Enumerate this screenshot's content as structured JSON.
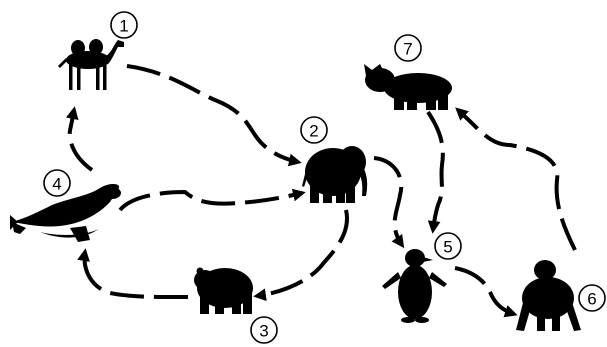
{
  "diagram": {
    "type": "directed-cycle",
    "colors": {
      "ink": "#000000",
      "background": "#ffffff"
    },
    "nodes": [
      {
        "id": "1",
        "label": "1",
        "icon": "camel-icon"
      },
      {
        "id": "2",
        "label": "2",
        "icon": "elephant-icon"
      },
      {
        "id": "3",
        "label": "3",
        "icon": "bear-icon"
      },
      {
        "id": "4",
        "label": "4",
        "icon": "seal-icon"
      },
      {
        "id": "5",
        "label": "5",
        "icon": "penguin-icon"
      },
      {
        "id": "6",
        "label": "6",
        "icon": "chimpanzee-icon"
      },
      {
        "id": "7",
        "label": "7",
        "icon": "hippo-icon"
      }
    ],
    "edges": [
      {
        "from": "1",
        "to": "2"
      },
      {
        "from": "2",
        "to": "3"
      },
      {
        "from": "3",
        "to": "4"
      },
      {
        "from": "4",
        "to": "1"
      },
      {
        "from": "4",
        "to": "2"
      },
      {
        "from": "2",
        "to": "5"
      },
      {
        "from": "5",
        "to": "6"
      },
      {
        "from": "6",
        "to": "7"
      },
      {
        "from": "7",
        "to": "5"
      }
    ]
  }
}
